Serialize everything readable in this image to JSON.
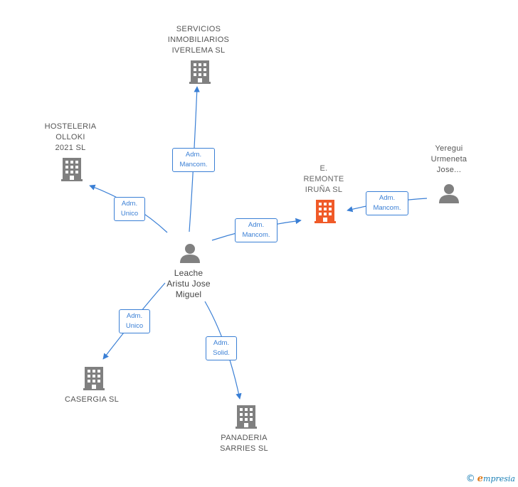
{
  "colors": {
    "edge": "#3a7fd5",
    "building": "#808080",
    "building_focus": "#f05a28",
    "person": "#808080"
  },
  "nodes": {
    "servicios": {
      "label": "SERVICIOS\nINMOBILIARIOS\nIVERLEMA SL",
      "icon": "building-icon"
    },
    "hosteleria": {
      "label": "HOSTELERIA\nOLLOKI\n2021  SL",
      "icon": "building-icon"
    },
    "remonte": {
      "label": "E.\nREMONTE\nIRUÑA  SL",
      "icon": "building-icon"
    },
    "yeregui": {
      "label": "Yeregui\nUrmeneta\nJose...",
      "icon": "person-icon"
    },
    "leache": {
      "label": "Leache\nAristu Jose\nMiguel",
      "icon": "person-icon"
    },
    "casergia": {
      "label": "CASERGIA SL",
      "icon": "building-icon"
    },
    "panaderia": {
      "label": "PANADERIA\nSARRIES SL",
      "icon": "building-icon"
    }
  },
  "edges": {
    "to_servicios": "Adm.\nMancom.",
    "to_hosteleria": "Adm.\nUnico",
    "to_remonte": "Adm.\nMancom.",
    "yeregui_to_remonte": "Adm.\nMancom.",
    "to_casergia": "Adm.\nUnico",
    "to_panaderia": "Adm.\nSolid."
  },
  "footer": {
    "copyright": "©",
    "brand_initial": "e",
    "brand_rest": "mpresia"
  }
}
